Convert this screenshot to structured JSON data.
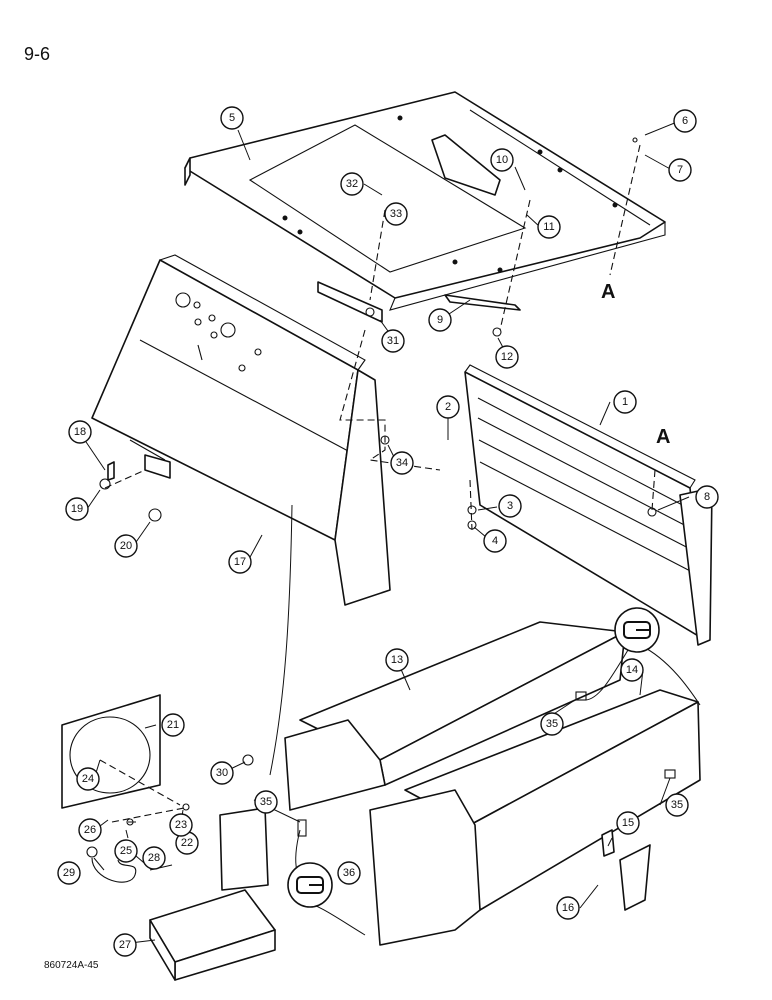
{
  "page_number": "9-6",
  "drawing_id": "860724A-45",
  "reference_letter": "A",
  "callouts": [
    "1",
    "2",
    "3",
    "4",
    "5",
    "6",
    "7",
    "8",
    "9",
    "10",
    "11",
    "12",
    "13",
    "14",
    "15",
    "16",
    "17",
    "18",
    "19",
    "20",
    "21",
    "22",
    "23",
    "24",
    "25",
    "26",
    "27",
    "28",
    "29",
    "30",
    "31",
    "32",
    "33",
    "34",
    "35",
    "36"
  ]
}
